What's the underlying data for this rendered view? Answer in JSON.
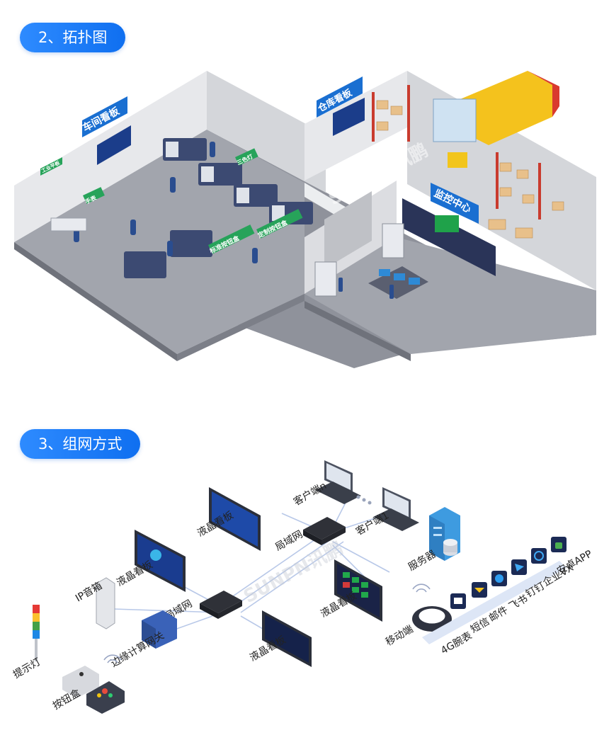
{
  "sections": [
    {
      "title": "2、拓扑图"
    },
    {
      "title": "3、组网方式"
    }
  ],
  "scene": {
    "signs": {
      "workshop_board": "车间看板",
      "warehouse_board": "仓库看板",
      "monitor_center": "监控中心",
      "industrial_pad": "工业平板",
      "bracelet": "手表",
      "tri_light": "三色灯",
      "std_button_box": "标准按钮盒",
      "custom_button_box": "定制按钮盒"
    }
  },
  "network": {
    "labels": {
      "lcd_top": "液晶看板",
      "lcd_left": "液晶看板",
      "lcd_mid": "液晶看板",
      "lcd_bottom": "液晶看板",
      "lan_top": "局域网",
      "lan_mid": "局域网",
      "client_n": "客户端n",
      "client_1": "客户端1",
      "server": "服务器",
      "ip_speaker": "IP音箱",
      "edge_gateway": "边缘计算网关",
      "signal_light": "提示灯",
      "button_box": "按钮盒",
      "mobile": "移动端",
      "watch": "4G腕表",
      "sms": "短信",
      "email": "邮件",
      "feishu": "飞书",
      "dingtalk": "钉钉",
      "wechat_work": "企业VX",
      "android_app": "安卓APP"
    }
  },
  "watermark": "SUNPN讯鹏",
  "colors": {
    "accent": "#1473f0",
    "sign_blue": "#1a6fd1",
    "sign_green": "#27a35a",
    "floor": "#9b9ea7",
    "wall": "#e6e7ea"
  }
}
